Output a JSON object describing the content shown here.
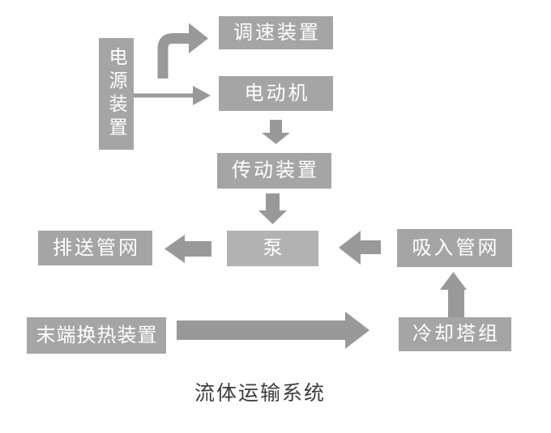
{
  "diagram": {
    "title": "流体运输系统",
    "nodes": {
      "power": "电源装置",
      "speed": "调速装置",
      "motor": "电动机",
      "transmission": "传动装置",
      "pump": "泵",
      "discharge": "排送管网",
      "suction": "吸入管网",
      "cooling": "冷却塔组",
      "terminal": "末端换热装置"
    },
    "colors": {
      "background": "#ffffff",
      "box": "#a5a5a5",
      "pump_box": "#b2b2b2",
      "arrow": "#999999",
      "box_text": "#ffffff",
      "title_text": "#3d3d3d"
    }
  }
}
